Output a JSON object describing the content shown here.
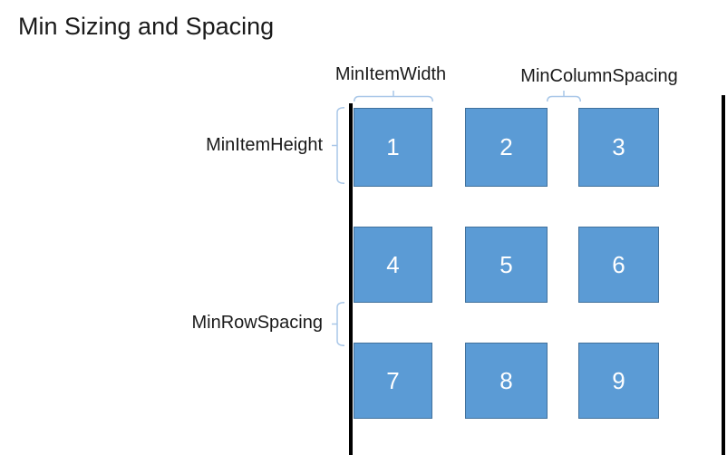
{
  "title": "Min Sizing and Spacing",
  "labels": {
    "min_item_width": "MinItemWidth",
    "min_column_spacing": "MinColumnSpacing",
    "min_item_height": "MinItemHeight",
    "min_row_spacing": "MinRowSpacing"
  },
  "grid": {
    "rows": 3,
    "columns": 3,
    "items": [
      "1",
      "2",
      "3",
      "4",
      "5",
      "6",
      "7",
      "8",
      "9"
    ]
  },
  "colors": {
    "square-fill": "#5B9BD5",
    "square-border": "#41719C",
    "brace": "#A9C7E8",
    "boundary-line": "#000000",
    "number-text": "#FFFFFF",
    "label-text": "#1A1A1A"
  }
}
